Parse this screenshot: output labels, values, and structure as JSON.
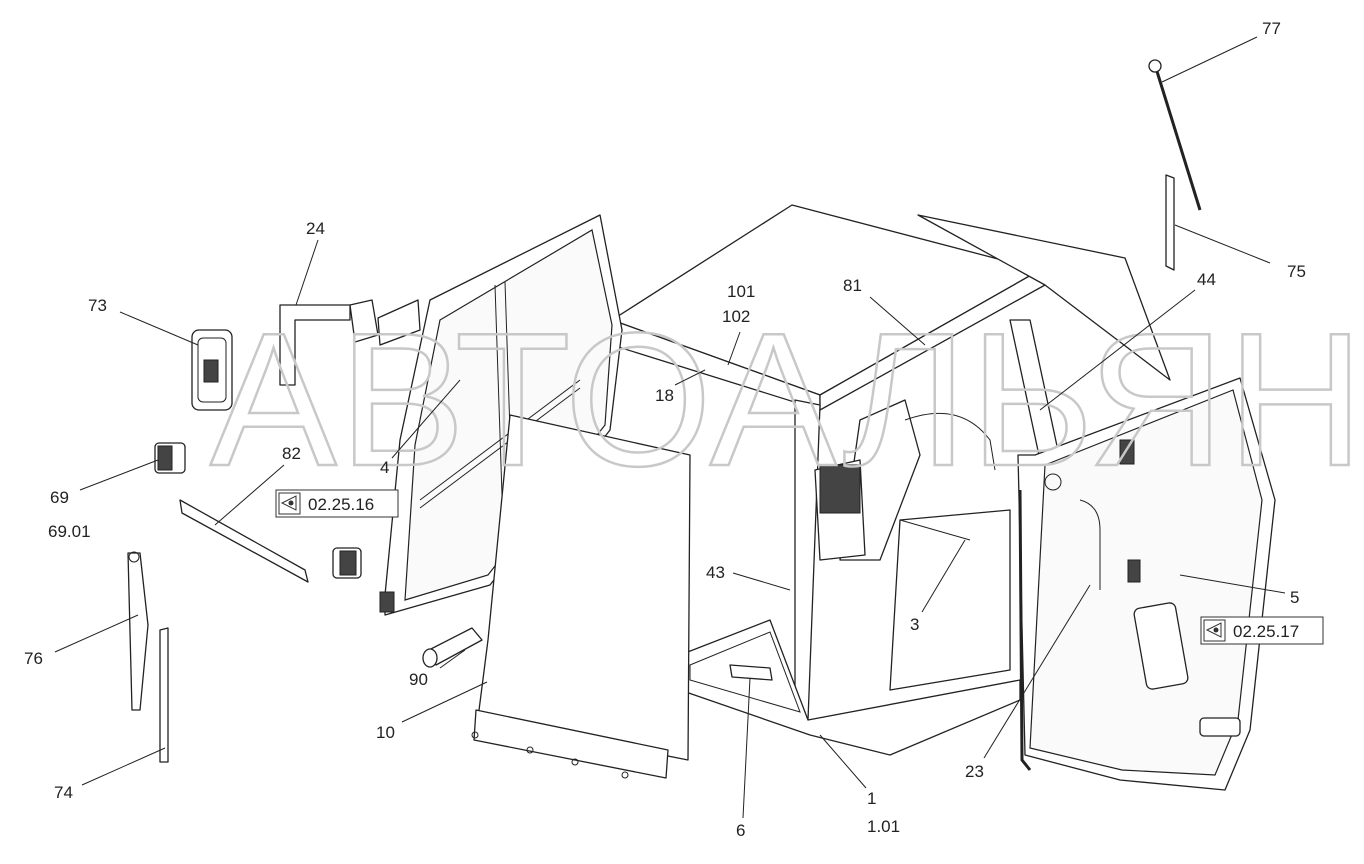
{
  "watermark": "АВТОАЛЬЯНС",
  "references": [
    {
      "id": "ref-02-25-16",
      "text": "02.25.16"
    },
    {
      "id": "ref-02-25-17",
      "text": "02.25.17"
    }
  ],
  "callouts": {
    "c77": "77",
    "c75": "75",
    "c44": "44",
    "c81": "81",
    "c101": "101",
    "c102": "102",
    "c24": "24",
    "c73": "73",
    "c18": "18",
    "c4": "4",
    "c82": "82",
    "c69": "69",
    "c6901": "69.01",
    "c43": "43",
    "c3": "3",
    "c5": "5",
    "c76": "76",
    "c90": "90",
    "c10": "10",
    "c74": "74",
    "c6": "6",
    "c1": "1",
    "c101b": "1.01",
    "c23": "23"
  }
}
